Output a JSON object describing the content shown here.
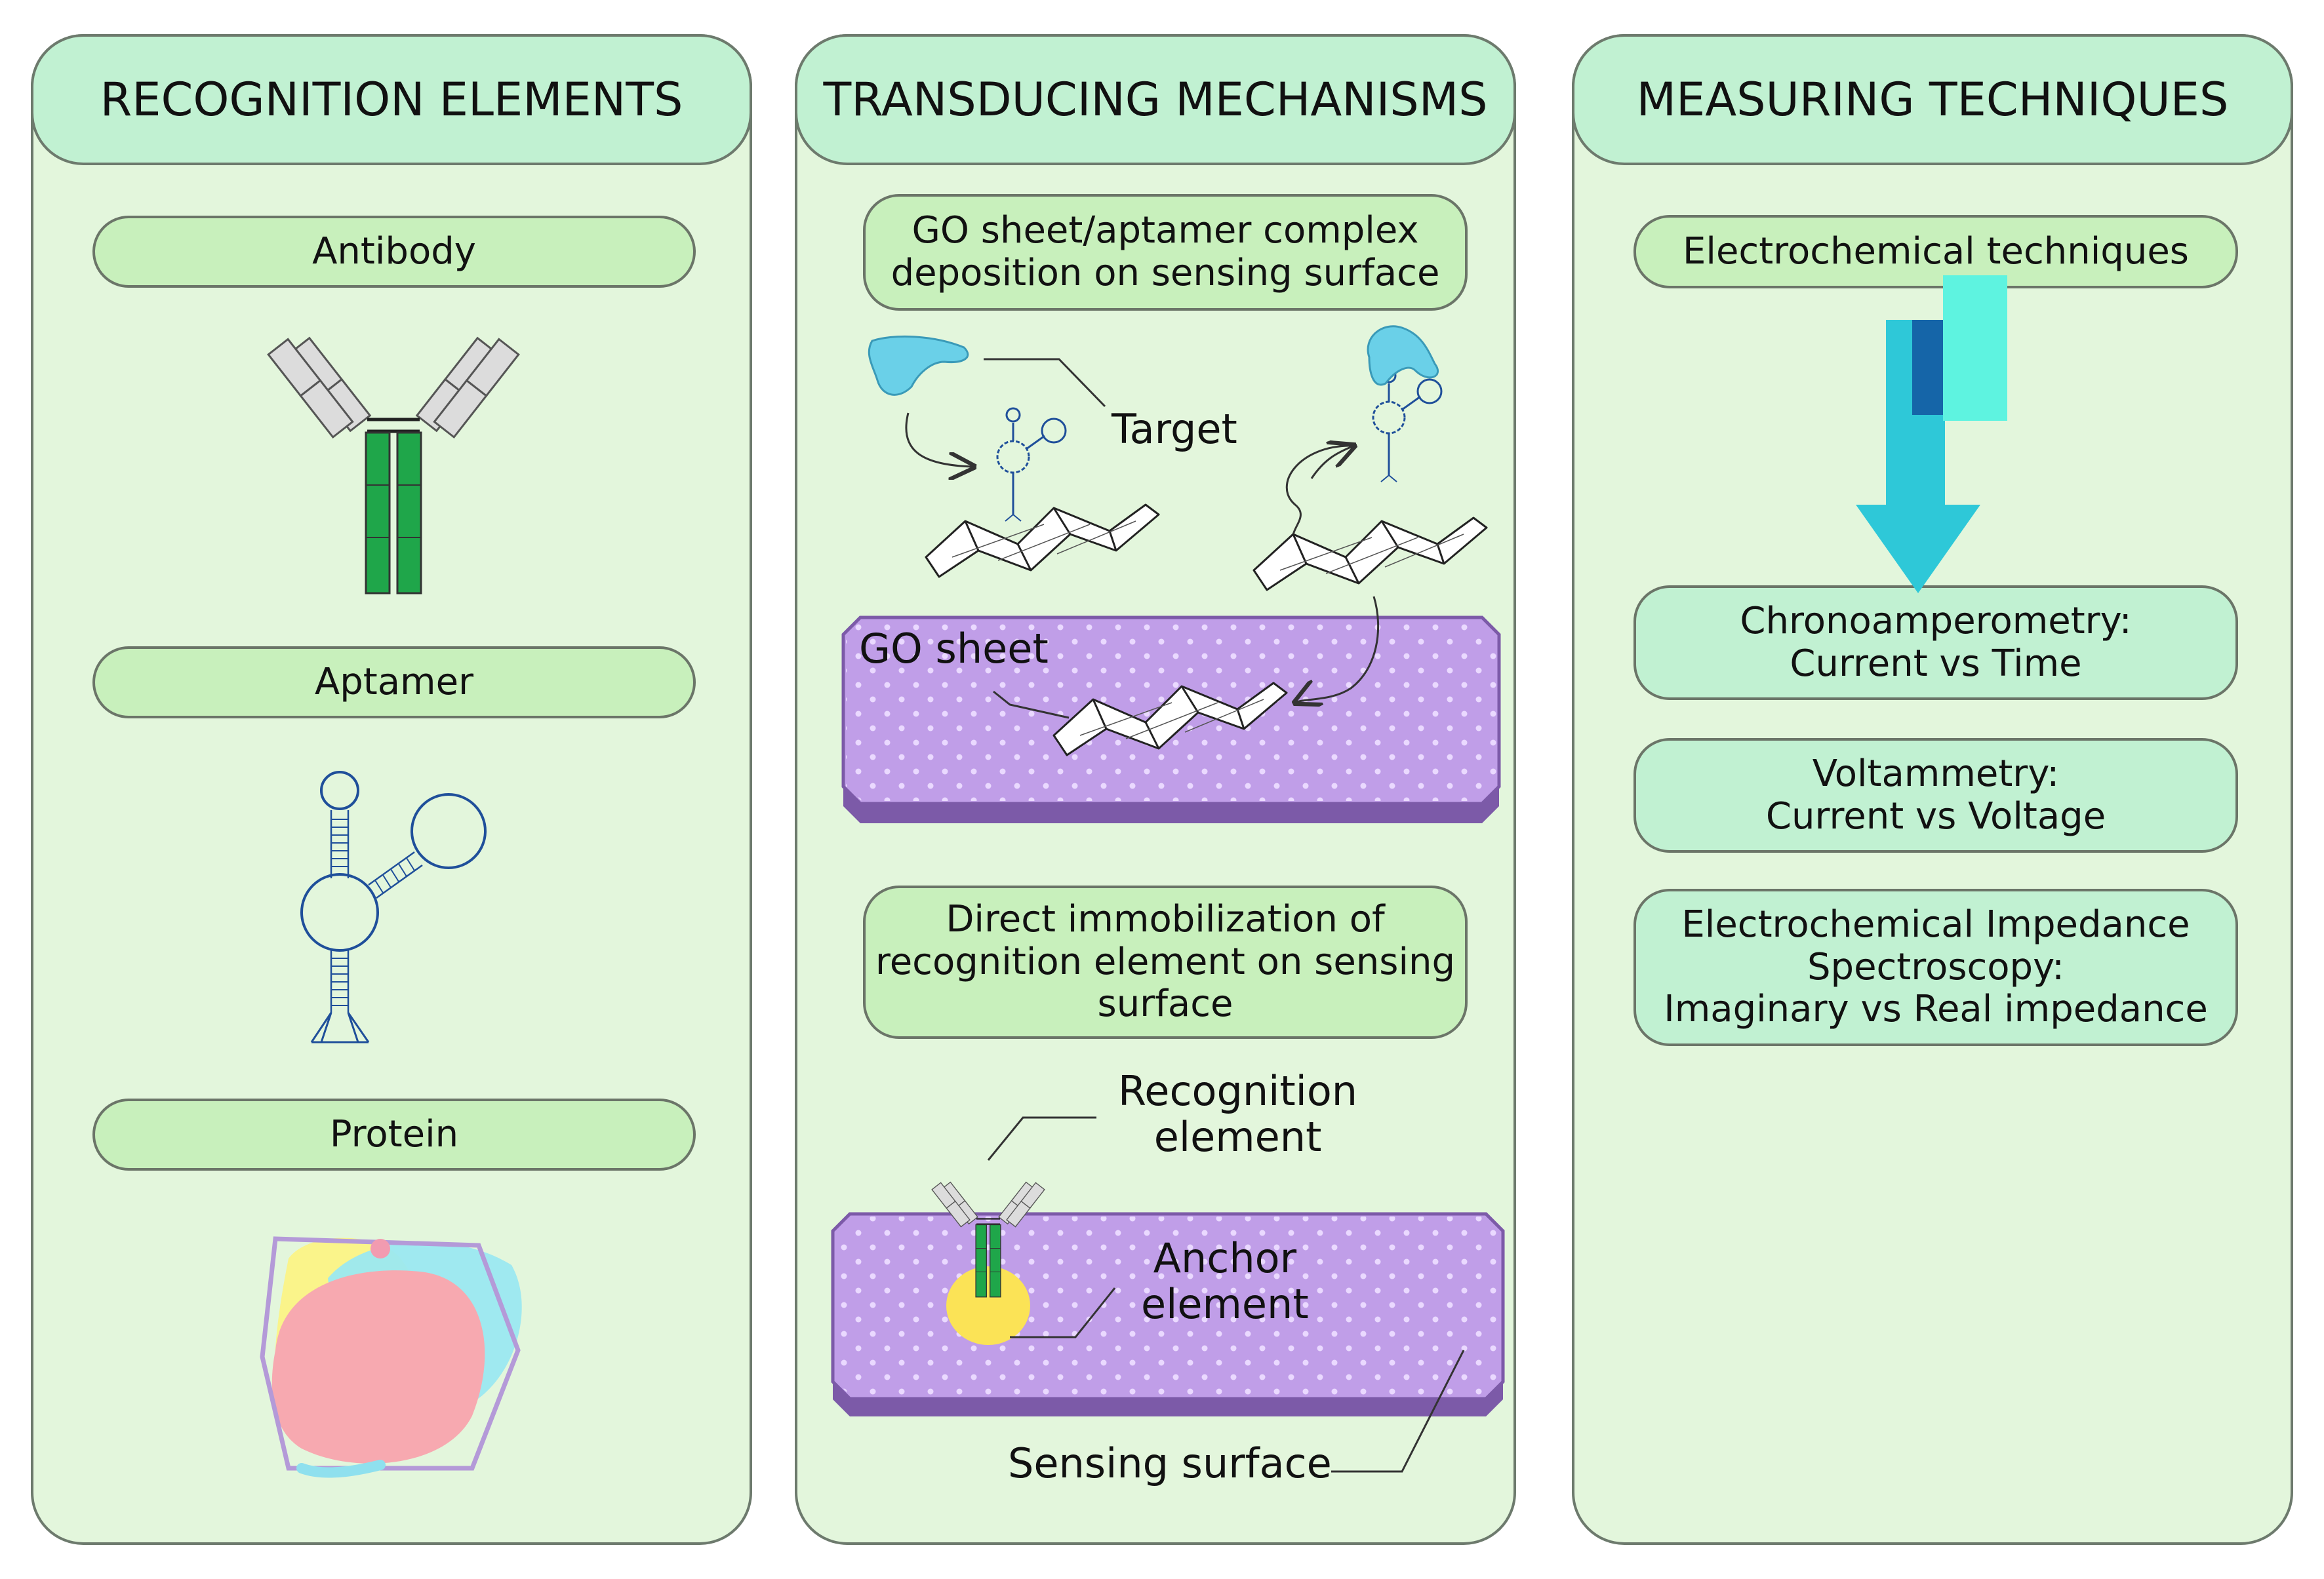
{
  "columns": {
    "recognition": {
      "title": "RECOGNITION ELEMENTS",
      "items": [
        "Antibody",
        "Aptamer",
        "Protein"
      ]
    },
    "transducing": {
      "title": "TRANSDUCING MECHANISMS",
      "go_box": [
        "GO sheet/aptamer complex",
        "deposition on sensing surface"
      ],
      "target_label": "Target",
      "go_sheet_label": "GO sheet",
      "direct_box": [
        "Direct immobilization of",
        "recognition element on sensing",
        "surface"
      ],
      "recognition_label": [
        "Recognition",
        "element"
      ],
      "anchor_label": [
        "Anchor",
        "element"
      ],
      "sensing_label": "Sensing surface"
    },
    "measuring": {
      "title": "MEASURING TECHNIQUES",
      "electro": "Electrochemical techniques",
      "chrono": [
        "Chronoamperometry:",
        "Current vs Time"
      ],
      "volt": [
        "Voltammetry:",
        "Current vs Voltage"
      ],
      "eis": [
        "Electrochemical Impedance",
        "Spectroscopy:",
        "Imaginary vs Real impedance"
      ]
    }
  },
  "colors": {
    "panel": "#e3f6dc",
    "header": "#c1f1d2",
    "pill": "#c8f0bc",
    "surface": "#c09ee8",
    "surface_edge": "#7c5aa8",
    "antibody_green": "#1fa64a",
    "aptamer_blue": "#1f4f9a",
    "target_blue": "#6ad0e8",
    "arrow": "#2ec8d8"
  },
  "icons": [
    "antibody-icon",
    "aptamer-icon",
    "protein-icon",
    "target-molecule-icon",
    "go-sheet-icon",
    "downward-arrow-icon"
  ]
}
